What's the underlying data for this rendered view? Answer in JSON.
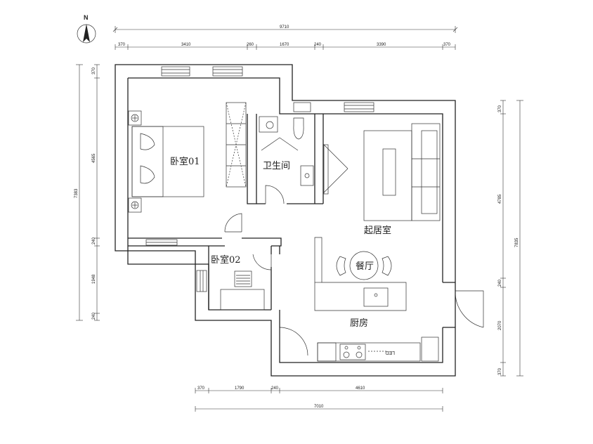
{
  "compass": {
    "label": "N"
  },
  "rooms": {
    "bedroom1": "卧室01",
    "bathroom": "卫生间",
    "living": "起居室",
    "bedroom2": "卧室02",
    "dining": "餐厅",
    "kitchen": "厨房"
  },
  "fixtures": {
    "led_label": "LED"
  },
  "dimensions": {
    "top_total": "9710",
    "top_segments": [
      "370",
      "3410",
      "260",
      "1670",
      "240",
      "3390",
      "370"
    ],
    "left_total": "7383",
    "left_segments": [
      "370",
      "4565",
      "240",
      "1948",
      "240"
    ],
    "right_total": "7835",
    "right_segments": [
      "370",
      "4785",
      "240",
      "2070",
      "370"
    ],
    "bottom_segments": [
      "370",
      "1790",
      "240",
      "4610"
    ],
    "bottom_total": "7010"
  }
}
